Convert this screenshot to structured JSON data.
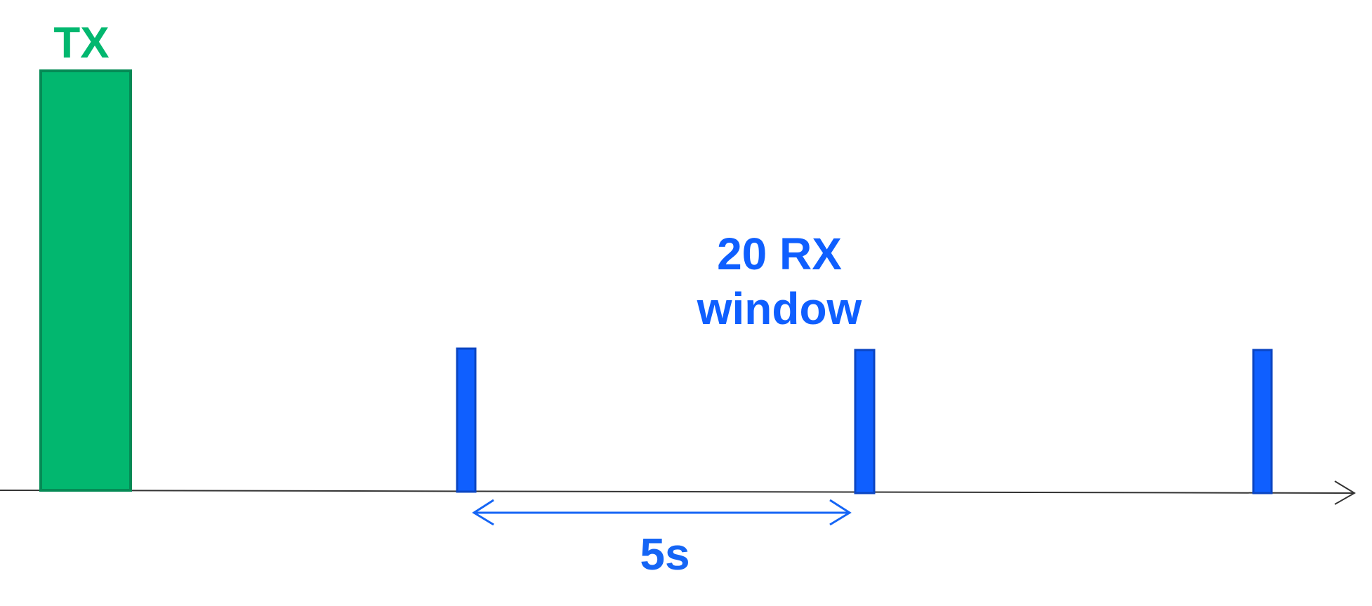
{
  "tx": {
    "label": "TX",
    "color": "#02B76F",
    "border": "#058A55"
  },
  "rx": {
    "label_line1": "20 RX",
    "label_line2": "window",
    "color": "#0F5FFF",
    "border": "#0B45C2",
    "window_count": 3
  },
  "interval": {
    "label": "5s",
    "color": "#1565F5"
  },
  "axis": {
    "color": "#333333"
  }
}
